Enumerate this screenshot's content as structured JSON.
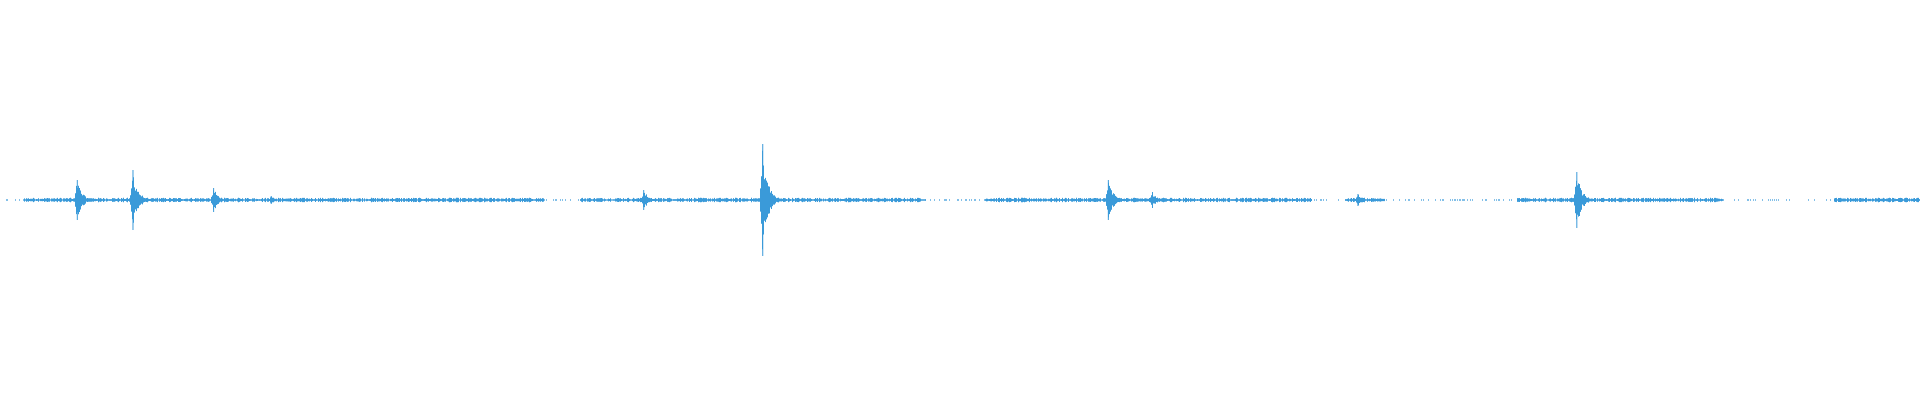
{
  "waveform": {
    "color": "#3a9ad9",
    "background": "#ffffff",
    "duration_fraction_events": [
      {
        "at": 0.04,
        "peak": 0.1
      },
      {
        "at": 0.069,
        "peak": 0.15
      },
      {
        "at": 0.111,
        "peak": 0.06
      },
      {
        "at": 0.141,
        "peak": 0.02
      },
      {
        "at": 0.335,
        "peak": 0.05
      },
      {
        "at": 0.397,
        "peak": 0.28
      },
      {
        "at": 0.577,
        "peak": 0.1
      },
      {
        "at": 0.6,
        "peak": 0.04
      },
      {
        "at": 0.707,
        "peak": 0.03
      },
      {
        "at": 0.821,
        "peak": 0.14
      }
    ],
    "gaps": [
      {
        "from": 0.0,
        "to": 0.012
      },
      {
        "from": 0.283,
        "to": 0.302
      },
      {
        "from": 0.482,
        "to": 0.512
      },
      {
        "from": 0.683,
        "to": 0.7
      },
      {
        "from": 0.721,
        "to": 0.79
      },
      {
        "from": 0.897,
        "to": 0.955
      }
    ],
    "noise_level": 0.008
  }
}
